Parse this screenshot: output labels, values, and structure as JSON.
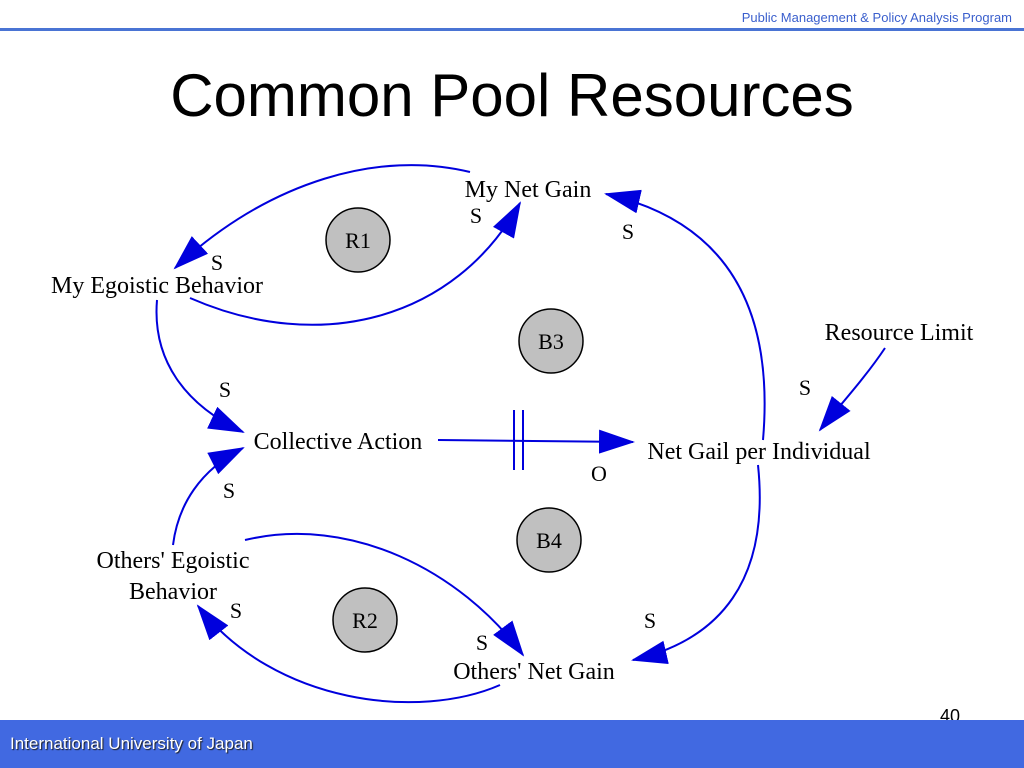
{
  "header": {
    "program": "Public Management & Policy Analysis Program"
  },
  "title": "Common Pool Resources",
  "diagram": {
    "nodes": {
      "my_net_gain": "My Net Gain",
      "my_egoistic_behavior": "My Egoistic Behavior",
      "resource_limit": "Resource Limit",
      "collective_action": "Collective Action",
      "net_gail_per_individual": "Net Gail per Individual",
      "others_egoistic_behavior_line1": "Others' Egoistic",
      "others_egoistic_behavior_line2": "Behavior",
      "others_net_gain": "Others' Net Gain"
    },
    "loops": {
      "r1": "R1",
      "b3": "B3",
      "b4": "B4",
      "r2": "R2"
    },
    "polarities": {
      "my_egoistic_to_my_net_gain": "S",
      "net_gail_to_my_net_gain": "S",
      "my_net_gain_to_my_egoistic": "S",
      "resource_limit_to_net_gail": "S",
      "my_egoistic_to_collective": "S",
      "collective_to_net_gail": "O",
      "others_egoistic_to_collective": "S",
      "others_net_gain_to_others_egoistic": "S",
      "others_egoistic_to_others_net_gain": "S",
      "net_gail_to_others_net_gain": "S"
    },
    "colors": {
      "link": "#0000dd",
      "loop_fill": "#c0c0c0",
      "loop_stroke": "#000000"
    }
  },
  "footer": {
    "institution": "International University of Japan",
    "page_number": "40"
  }
}
